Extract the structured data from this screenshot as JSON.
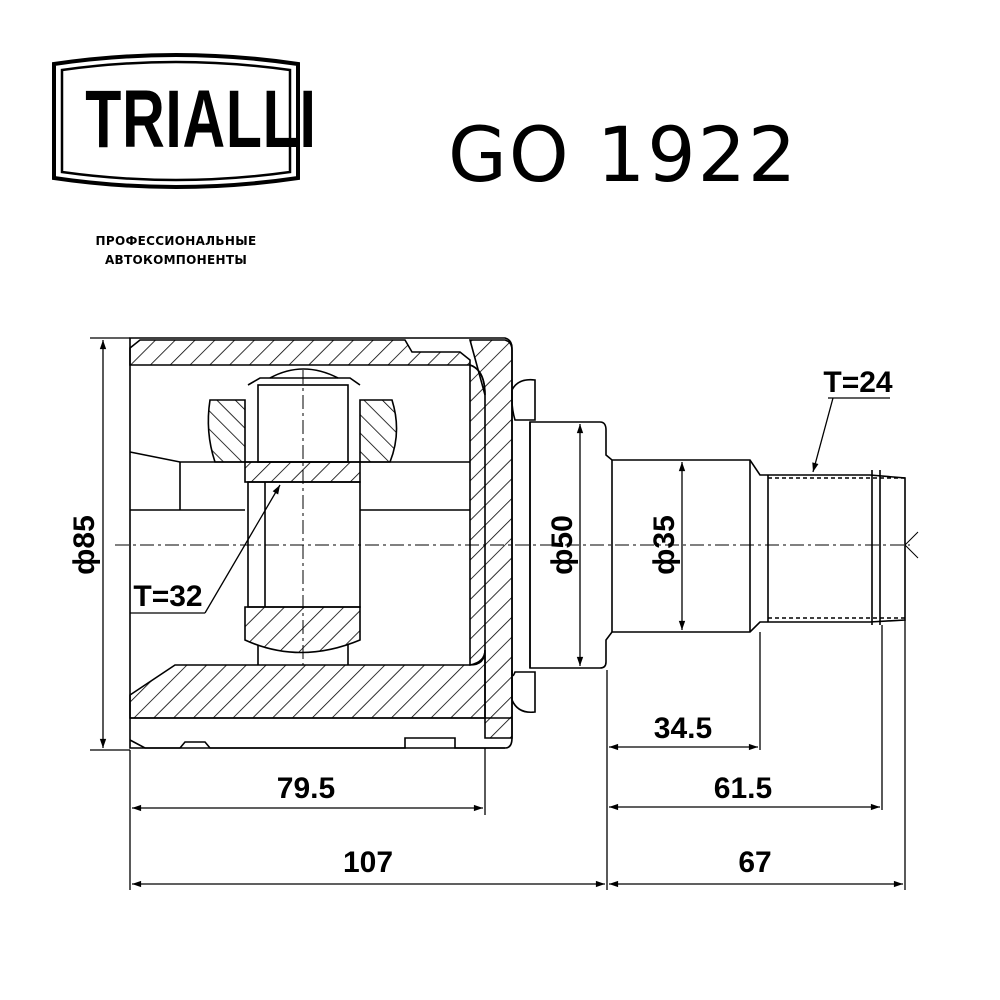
{
  "brand": {
    "logo_text": "TRIALLI",
    "tagline_line1": "ПРОФЕССИОНАЛЬНЫЕ",
    "tagline_line2": "АВТОКОМПОНЕНТЫ"
  },
  "part": {
    "number": "GO 1922",
    "description": "CV joint (inner) technical drawing"
  },
  "dimensions": {
    "housing_diameter": "ф85",
    "flange_diameter": "ф50",
    "shaft_diameter": "ф35",
    "inner_spline_teeth": "T=32",
    "outer_spline_teeth": "T=24",
    "len_housing_inner": "79.5",
    "len_housing_total": "107",
    "len_shaft_to_spline": "34.5",
    "len_shaft_to_groove": "61.5",
    "len_shaft_total": "67"
  },
  "colors": {
    "line": "#000000",
    "background": "#ffffff"
  }
}
